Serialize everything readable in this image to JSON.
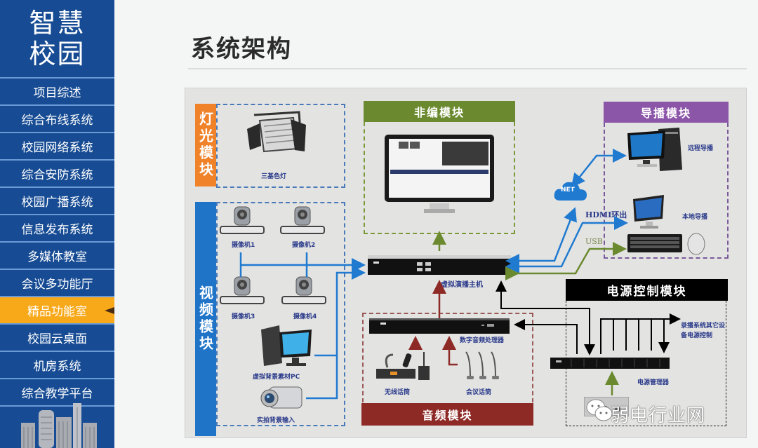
{
  "sidebar": {
    "brand_line1": "智慧",
    "brand_line2": "校园",
    "items": [
      {
        "label": "项目综述"
      },
      {
        "label": "综合布线系统"
      },
      {
        "label": "校园网络系统"
      },
      {
        "label": "综合安防系统"
      },
      {
        "label": "校园广播系统"
      },
      {
        "label": "信息发布系统"
      },
      {
        "label": "多媒体教室"
      },
      {
        "label": "会议多功能厅"
      },
      {
        "label": "精品功能室",
        "active": true
      },
      {
        "label": "校园云桌面"
      },
      {
        "label": "机房系统"
      },
      {
        "label": "综合教学平台"
      }
    ]
  },
  "page": {
    "title": "系统架构"
  },
  "diagram": {
    "colors": {
      "lighting": "#f0822a",
      "video": "#1f74c8",
      "editing": "#6b8a2f",
      "directing": "#8b55a8",
      "audio": "#8e2a26",
      "power": "#000000",
      "wire_blue": "#1f7ad0",
      "wire_green": "#6b8a2f",
      "wire_red": "#8e2a26"
    },
    "modules": {
      "lighting": {
        "title": "灯光模块",
        "devices": [
          "三基色灯"
        ]
      },
      "video": {
        "title": "视频模块",
        "devices": [
          "摄像机1",
          "摄像机2",
          "摄像机3",
          "摄像机4",
          "虚拟背景素材PC",
          "实拍背景输入"
        ]
      },
      "editing": {
        "title": "非编模块"
      },
      "directing": {
        "title": "导播模块",
        "devices": [
          "远程导播",
          "本地导播"
        ]
      },
      "audio": {
        "title": "音频模块",
        "devices": [
          "数字音频处理器",
          "无线话筒",
          "会议话筒"
        ]
      },
      "power": {
        "title": "电源控制模块",
        "devices": [
          "电源管理器",
          "录播系统其它设备电源控制"
        ]
      }
    },
    "host": {
      "label": "虚拟演播主机"
    },
    "network": {
      "cloud_label": "NET",
      "hdmi_label": "HDMI环出",
      "usb_label": "USB"
    }
  },
  "watermark": {
    "text": "弱电行业网"
  }
}
